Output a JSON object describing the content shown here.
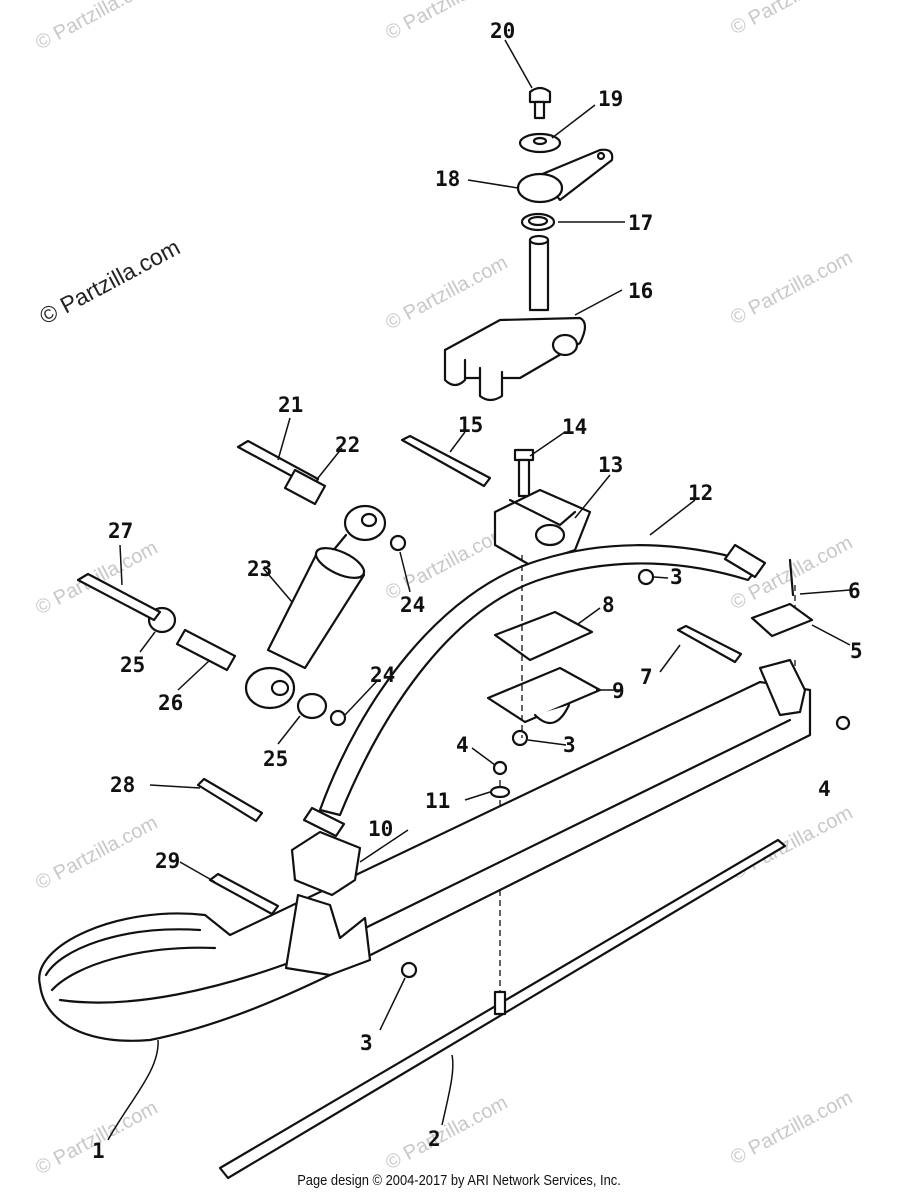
{
  "watermark": {
    "text": "© Partzilla.com",
    "prominent_text": "© Partzilla.com"
  },
  "callouts": {
    "c1": "1",
    "c2": "2",
    "c3a": "3",
    "c3b": "3",
    "c3c": "3",
    "c4a": "4",
    "c4b": "4",
    "c5": "5",
    "c6": "6",
    "c7": "7",
    "c8": "8",
    "c9": "9",
    "c10": "10",
    "c11": "11",
    "c12": "12",
    "c13": "13",
    "c14": "14",
    "c15": "15",
    "c16": "16",
    "c17": "17",
    "c18": "18",
    "c19": "19",
    "c20": "20",
    "c21": "21",
    "c22": "22",
    "c23": "23",
    "c24a": "24",
    "c24b": "24",
    "c25a": "25",
    "c25b": "25",
    "c26": "26",
    "c27": "27",
    "c28": "28",
    "c29": "29"
  },
  "footer": {
    "text": "Page design © 2004-2017 by ARI Network Services, Inc."
  }
}
